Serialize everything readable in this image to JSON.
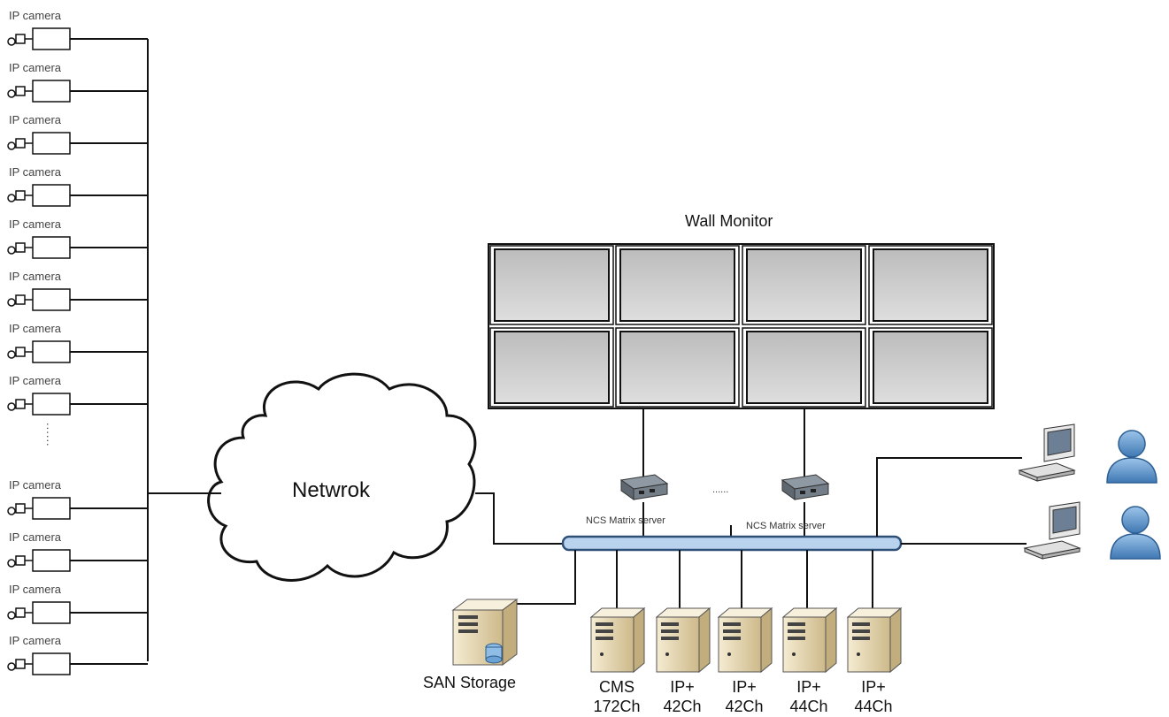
{
  "cameras": {
    "label": "IP camera",
    "ellipsis": "......"
  },
  "network": {
    "label": "Netwrok"
  },
  "wall_monitor": {
    "title": "Wall Monitor"
  },
  "matrix": {
    "left_label": "NCS Matrix server",
    "right_label": "NCS Matrix server",
    "ellipsis": "......"
  },
  "storage": {
    "label": "SAN Storage"
  },
  "servers": [
    {
      "line1": "CMS",
      "line2": "172Ch"
    },
    {
      "line1": "IP+",
      "line2": "42Ch"
    },
    {
      "line1": "IP+",
      "line2": "42Ch"
    },
    {
      "line1": "IP+",
      "line2": "44Ch"
    },
    {
      "line1": "IP+",
      "line2": "44Ch"
    }
  ],
  "colors": {
    "line": "#111111",
    "backbone_fill": "#b9d3ee",
    "backbone_stroke": "#3a5f8a",
    "screen_fill": "#c8c8c8",
    "server_fill": "#e9d9b0",
    "user_fill": "#5b93c7"
  }
}
